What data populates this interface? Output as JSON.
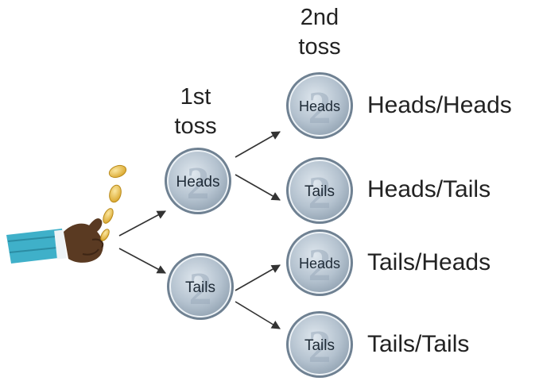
{
  "headings": {
    "first_line1": "1st",
    "first_line2": "toss",
    "second_line1": "2nd",
    "second_line2": "toss"
  },
  "coins": {
    "first": [
      {
        "label": "Heads"
      },
      {
        "label": "Tails"
      }
    ],
    "second": [
      {
        "label": "Heads"
      },
      {
        "label": "Tails"
      },
      {
        "label": "Heads"
      },
      {
        "label": "Tails"
      }
    ]
  },
  "outcomes": [
    "Heads/Heads",
    "Heads/Tails",
    "Tails/Heads",
    "Tails/Tails"
  ],
  "colors": {
    "text": "#222222",
    "coin_face": "#b4c2cf",
    "coin_rim": "#6f8192",
    "arrow": "#333333",
    "sleeve": "#3fb0c9",
    "hand": "#5a3a22",
    "gold_coin": "#e3b53a"
  }
}
